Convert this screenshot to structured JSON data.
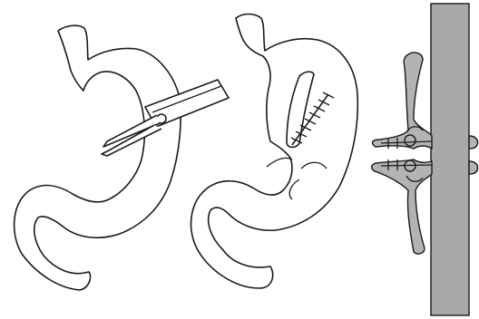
{
  "figure": {
    "panels": [
      {
        "id": "left",
        "depicts": "stomach-with-stapler"
      },
      {
        "id": "middle",
        "depicts": "stomach-with-staple-line"
      },
      {
        "id": "right",
        "depicts": "cross-section-with-bar"
      }
    ]
  },
  "colors": {
    "outline": "#1a1a1a",
    "fill": "#ffffff",
    "bar_fill": "#a9a9a9",
    "tissue_fill": "#b3b3b3"
  }
}
